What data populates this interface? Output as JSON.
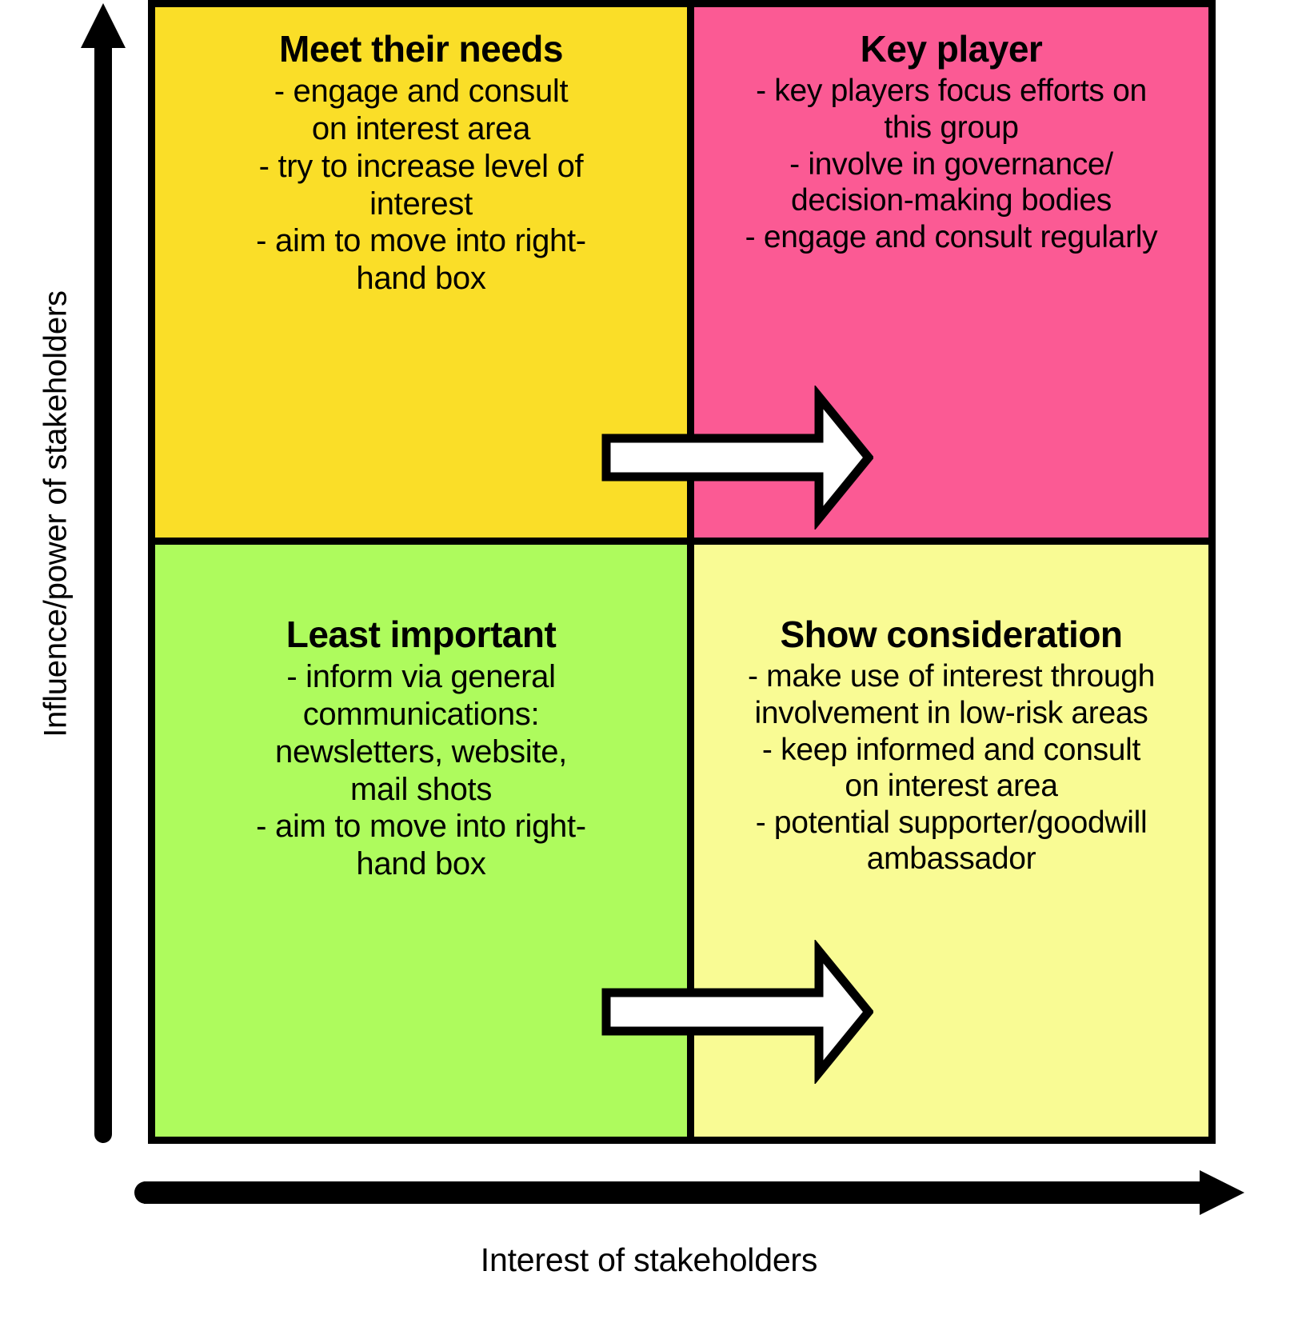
{
  "axes": {
    "y_label": "Influence/power of stakeholders",
    "x_label": "Interest of stakeholders",
    "y_arrow_icon": "up-arrow-icon",
    "x_arrow_icon": "right-arrow-icon"
  },
  "colors": {
    "quadrant_top_left": "#FADE28",
    "quadrant_top_right": "#FB5A94",
    "quadrant_bottom_left": "#AEFB5D",
    "quadrant_bottom_right": "#F9FB94",
    "outline": "#000000",
    "arrow_fill": "#FFFFFF"
  },
  "quadrants": {
    "top_left": {
      "title": "Meet their needs",
      "lines": [
        "- engage and consult",
        "on interest area",
        "- try to increase level of",
        "interest",
        "- aim to move into right-",
        "hand box"
      ]
    },
    "top_right": {
      "title": "Key player",
      "lines": [
        "- key players focus efforts on",
        "this group",
        "- involve in governance/",
        "decision-making bodies",
        "- engage and consult regularly"
      ]
    },
    "bottom_left": {
      "title": "Least important",
      "lines": [
        "- inform via general",
        "communications:",
        "newsletters, website,",
        "mail shots",
        "- aim to move into right-",
        "hand box"
      ]
    },
    "bottom_right": {
      "title": "Show consideration",
      "lines": [
        "- make use of interest through",
        "involvement in low-risk areas",
        "- keep informed and consult",
        "on interest area",
        "- potential supporter/goodwill",
        "ambassador"
      ]
    }
  },
  "arrows": [
    {
      "name": "move-right-arrow-top",
      "from": "Meet their needs",
      "to": "Key player"
    },
    {
      "name": "move-right-arrow-bottom",
      "from": "Least important",
      "to": "Show consideration"
    }
  ]
}
